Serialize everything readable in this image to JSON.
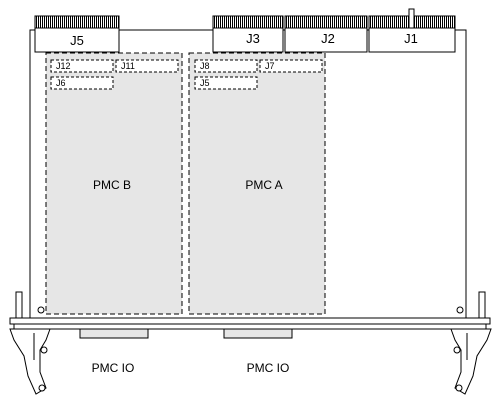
{
  "backplane_connectors": [
    "J5",
    "J3",
    "J2",
    "J1"
  ],
  "pmc_slots": [
    {
      "label": "PMC B",
      "connectors": [
        "J12",
        "J11",
        "J6"
      ],
      "io_label": "PMC IO"
    },
    {
      "label": "PMC A",
      "connectors": [
        "J8",
        "J7",
        "J5"
      ],
      "io_label": "PMC IO"
    }
  ],
  "colors": {
    "line": "#000000",
    "pmc_fill": "#e6e6e6",
    "board_fill": "#ffffff"
  }
}
